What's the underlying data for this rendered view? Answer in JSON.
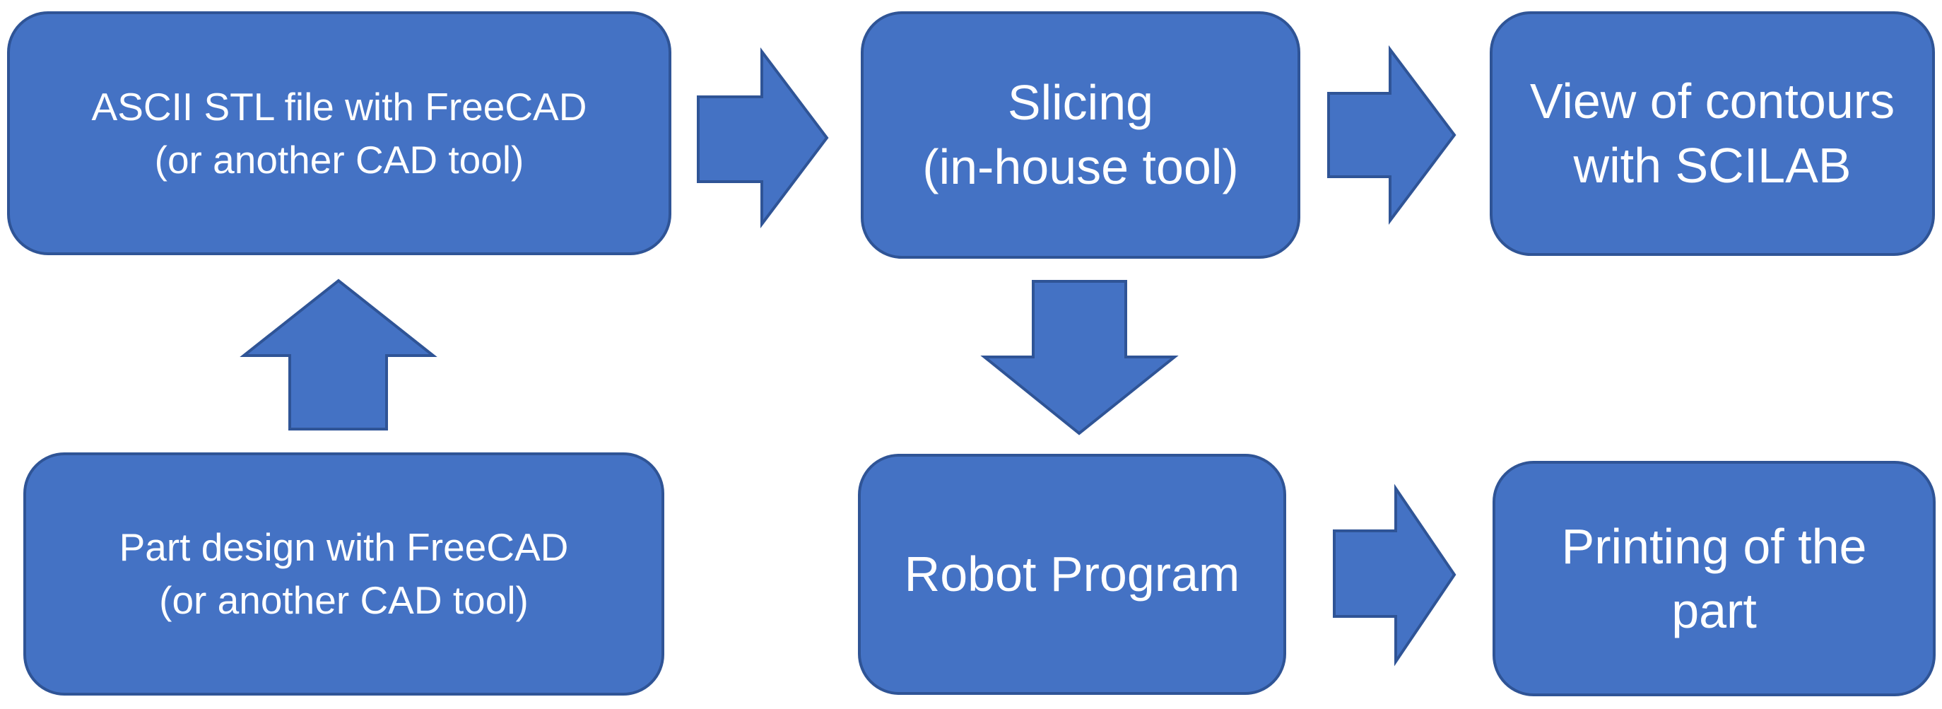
{
  "diagram": {
    "description": "3D printing workflow flowchart",
    "colors": {
      "shape_fill": "#4472C4",
      "shape_border": "#2F5496",
      "text": "#ffffff",
      "background": "#ffffff"
    },
    "nodes": [
      {
        "id": "ascii-stl",
        "lines": [
          "ASCII STL file with FreeCAD",
          "(or another CAD tool)"
        ]
      },
      {
        "id": "slicing",
        "lines": [
          "Slicing",
          "(in-house tool)"
        ]
      },
      {
        "id": "view-contours",
        "lines": [
          "View of contours",
          "with SCILAB"
        ]
      },
      {
        "id": "part-design",
        "lines": [
          "Part design with FreeCAD",
          "(or another CAD tool)"
        ]
      },
      {
        "id": "robot-program",
        "lines": [
          "Robot Program"
        ]
      },
      {
        "id": "printing",
        "lines": [
          "Printing of the",
          "part"
        ]
      }
    ],
    "arrows": [
      {
        "id": "part-design-to-ascii-stl",
        "direction": "up",
        "from": "part-design",
        "to": "ascii-stl"
      },
      {
        "id": "ascii-stl-to-slicing",
        "direction": "right",
        "from": "ascii-stl",
        "to": "slicing"
      },
      {
        "id": "slicing-to-view-contours",
        "direction": "right",
        "from": "slicing",
        "to": "view-contours"
      },
      {
        "id": "slicing-to-robot-program",
        "direction": "down",
        "from": "slicing",
        "to": "robot-program"
      },
      {
        "id": "robot-program-to-printing",
        "direction": "right",
        "from": "robot-program",
        "to": "printing"
      }
    ]
  }
}
